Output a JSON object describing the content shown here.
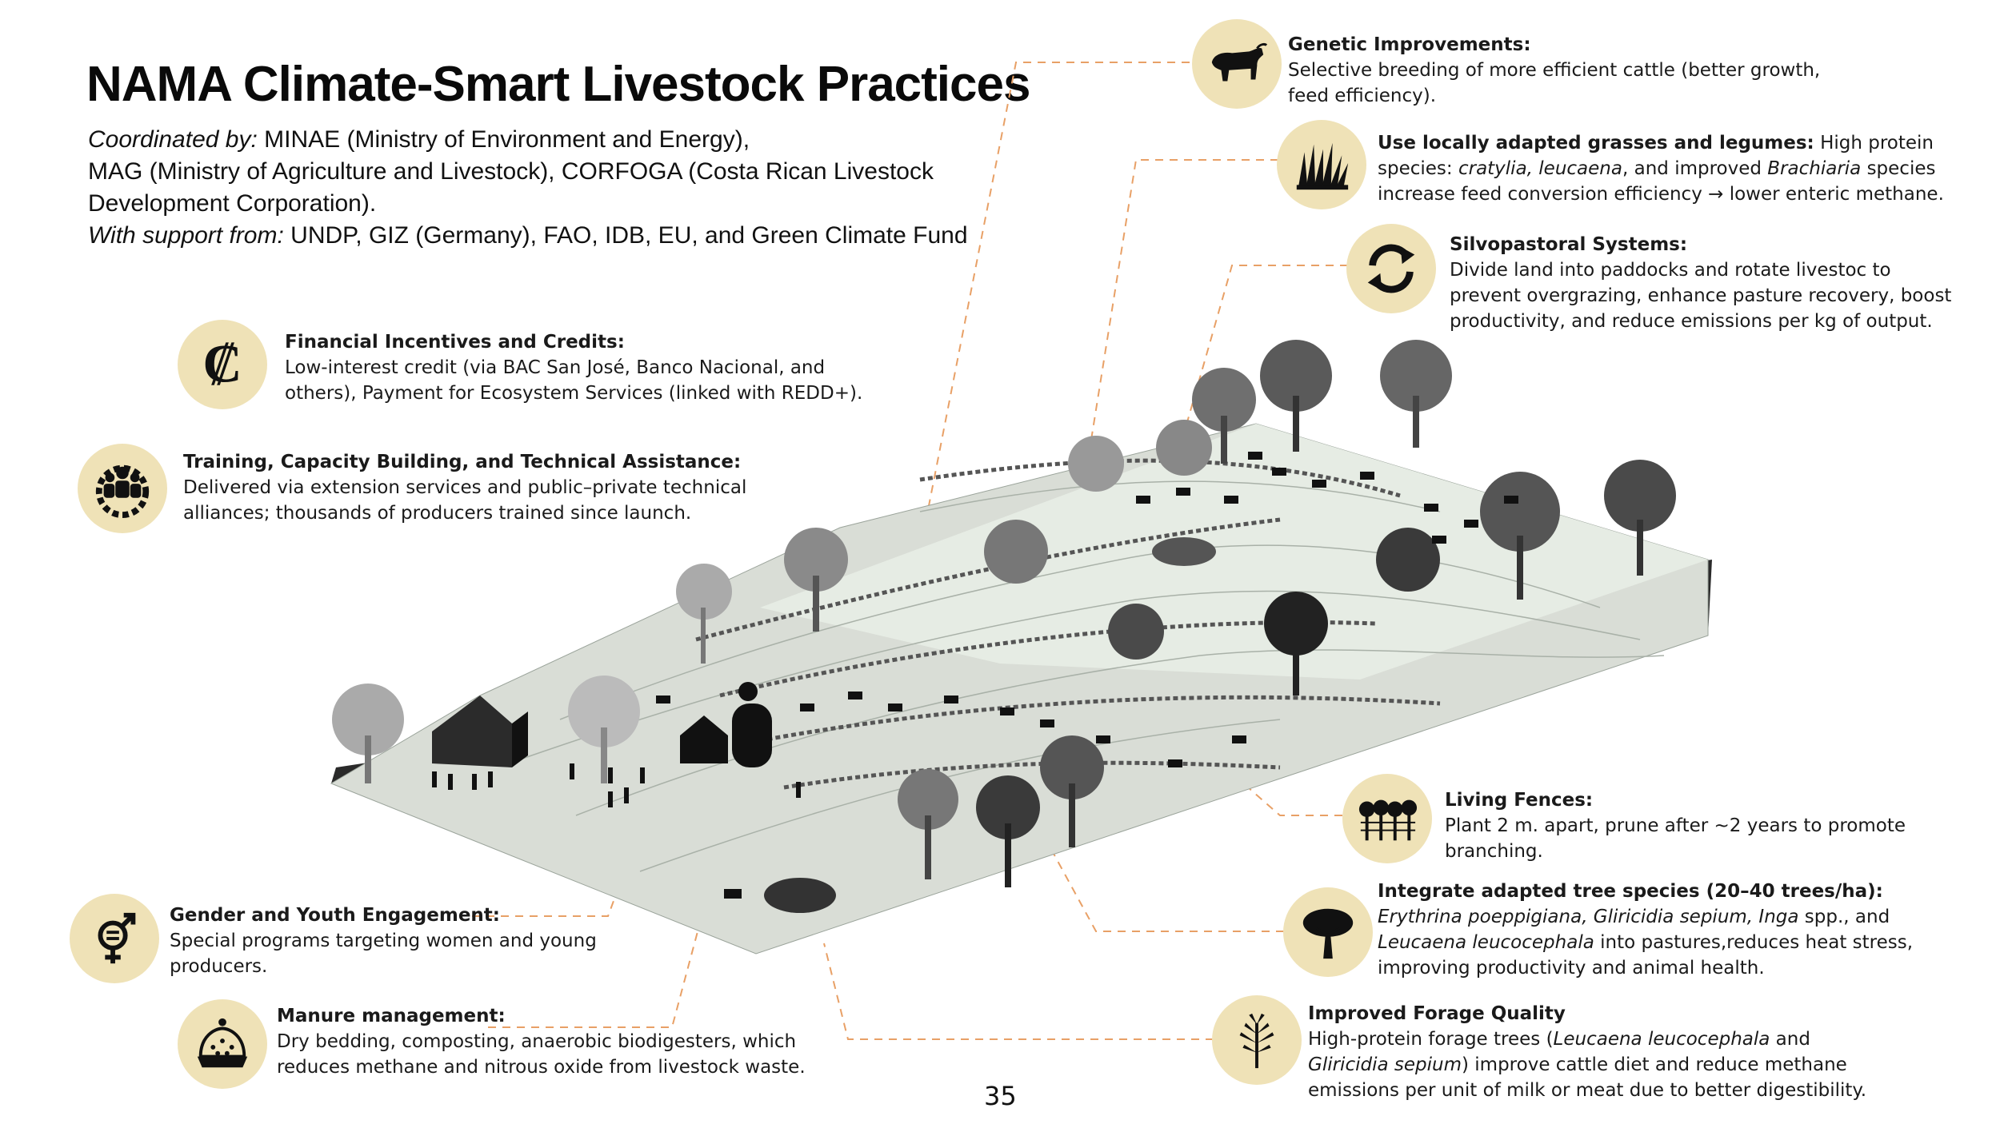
{
  "title": "NAMA Climate-Smart Livestock Practices",
  "coordination": {
    "coord_label": "Coordinated by:",
    "coord_line1": "MINAE (Ministry of Environment and Energy),",
    "coord_line2": "MAG (Ministry of Agriculture and Livestock), CORFOGA (Costa Rican Livestock",
    "coord_line3": "Development Corporation).",
    "support_label": "With support from:",
    "support_text": "UNDP, GIZ (Germany), FAO, IDB, EU, and Green Climate Fund"
  },
  "practices": {
    "financial": {
      "icon": "colon-currency-icon",
      "heading": "Financial Incentives and Credits:",
      "line1": "Low-interest credit (via BAC San José, Banco Nacional, and",
      "line2": "others), Payment for Ecosystem Services (linked with REDD+)."
    },
    "training": {
      "icon": "people-gear-icon",
      "heading": "Training, Capacity Building, and Technical Assistance:",
      "line1": "Delivered via extension services and public–private technical",
      "line2": "alliances; thousands of producers trained since launch."
    },
    "gender": {
      "icon": "gender-symbol-icon",
      "heading": "Gender and Youth Engagement:",
      "line1": "Special programs targeting women and young",
      "line2": "producers."
    },
    "manure": {
      "icon": "manure-pile-icon",
      "heading": "Manure management:",
      "line1": "Dry bedding, composting, anaerobic biodigesters, which",
      "line2": "reduces methane and nitrous oxide from livestock waste."
    },
    "genetic": {
      "icon": "bull-icon",
      "heading": "Genetic Improvements:",
      "line1": "Selective breeding of more efficient cattle (better growth,",
      "line2": "feed efficiency)."
    },
    "grasses": {
      "icon": "grass-icon",
      "heading": "Use locally adapted grasses and legumes:",
      "heading_tail": " High protein",
      "line2_a": "species: ",
      "line2_b": "cratylia, leucaena",
      "line2_c": ", and improved ",
      "line2_d": "Brachiaria",
      "line2_e": " species",
      "line3": "increase feed conversion efficiency → lower enteric methane."
    },
    "silvopastoral": {
      "icon": "rotate-arrows-icon",
      "heading": "Silvopastoral Systems:",
      "line1": "Divide land into paddocks and rotate livestoc to",
      "line2": "prevent overgrazing, enhance pasture recovery, boost",
      "line3": "productivity, and reduce emissions per kg of output."
    },
    "fences": {
      "icon": "tree-row-icon",
      "heading": "Living Fences:",
      "line1": "Plant 2 m. apart, prune after ~2 years to promote branching."
    },
    "trees": {
      "icon": "tree-icon",
      "heading": "Integrate adapted tree species (20–40 trees/ha):",
      "line1_a": "Erythrina poeppigiana, Gliricidia sepium, Inga",
      "line1_b": " spp., and",
      "line2_a": "Leucaena leucocephala",
      "line2_b": " into pastures,reduces heat stress,",
      "line3": "improving productivity and animal health."
    },
    "forage": {
      "icon": "forage-plant-icon",
      "heading": "Improved Forage Quality",
      "line1_a": "High-protein forage trees (",
      "line1_b": "Leucaena leucocephala",
      "line1_c": " and",
      "line2_a": "Gliricidia sepium",
      "line2_b": ") improve cattle diet and reduce methane",
      "line3": "emissions per unit of milk or meat due to better digestibility."
    }
  },
  "page_number": "35",
  "colors": {
    "icon_bg": "#efe2b7",
    "leader_line": "#e8a066",
    "terrain": "#d9ddd6",
    "terrain_side": "#2a2a2a"
  }
}
